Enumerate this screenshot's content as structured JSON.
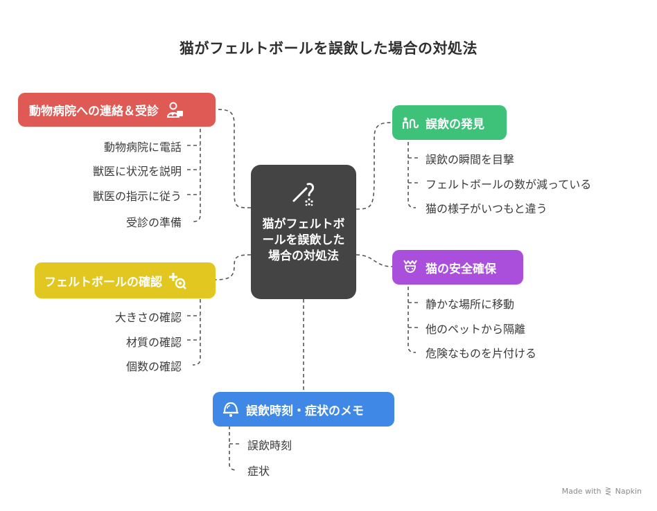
{
  "title": "猫がフェルトボールを誤飲した場合の対処法",
  "center": {
    "label": "猫がフェルトボールを誤飲した場合の対処法",
    "icon": "pin-tool-icon"
  },
  "branches": {
    "vet": {
      "label": "動物病院への連絡＆受診",
      "color": "#e05a55",
      "icon": "medical-staff-icon",
      "items": [
        "動物病院に電話",
        "獣医に状況を説明",
        "獣医の指示に従う",
        "受診の準備"
      ]
    },
    "check": {
      "label": "フェルトボールの確認",
      "color": "#e1c71f",
      "icon": "magnify-plus-icon",
      "items": [
        "大きさの確認",
        "材質の確認",
        "個数の確認"
      ]
    },
    "discover": {
      "label": "誤飲の発見",
      "color": "#3ec27a",
      "icon": "discover-icon",
      "items": [
        "誤飲の瞬間を目撃",
        "フェルトボールの数が減っている",
        "猫の様子がいつもと違う"
      ]
    },
    "safety": {
      "label": "猫の安全確保",
      "color": "#a94fdc",
      "icon": "cat-face-icon",
      "items": [
        "静かな場所に移動",
        "他のペットから隔離",
        "危険なものを片付ける"
      ]
    },
    "memo": {
      "label": "誤飲時刻・症状のメモ",
      "color": "#3f88e6",
      "icon": "alarm-bell-icon",
      "items": [
        "誤飲時刻",
        "症状"
      ]
    }
  },
  "branding": {
    "prefix": "Made with",
    "name": "Napkin"
  }
}
